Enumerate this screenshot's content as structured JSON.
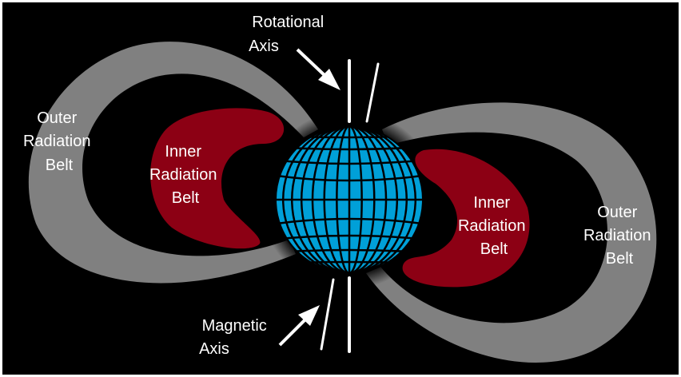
{
  "labels": {
    "rotational_axis": [
      "Rotational",
      "Axis"
    ],
    "magnetic_axis": [
      "Magnetic",
      "Axis"
    ],
    "outer_left": [
      "Outer",
      "Radiation",
      "Belt"
    ],
    "inner_left": [
      "Inner",
      "Radiation",
      "Belt"
    ],
    "inner_right": [
      "Inner",
      "Radiation",
      "Belt"
    ],
    "outer_right": [
      "Outer",
      "Radiation",
      "Belt"
    ]
  },
  "colors": {
    "background": "#000000",
    "outer_belt": "#808080",
    "inner_belt": "#8c0014",
    "earth": "#00a0d8",
    "grid": "#000000",
    "axis": "#ffffff"
  }
}
